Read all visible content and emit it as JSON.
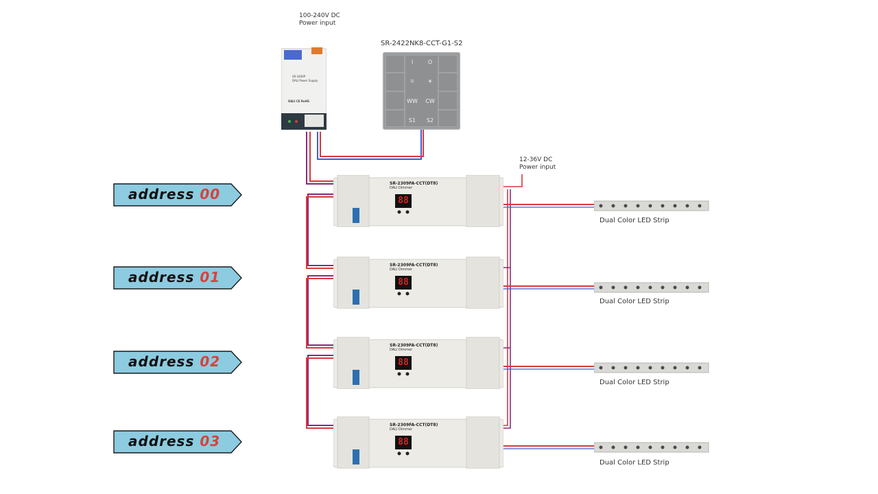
{
  "power_input_ac": {
    "line1": "100-240V DC",
    "line2": "Power input"
  },
  "power_input_dc": {
    "line1": "12-36V DC",
    "line2": "Power input"
  },
  "panel": {
    "model": "SR-2422NK8-CCT-G1-S2",
    "keys": [
      "I",
      "O",
      "☼",
      "☀",
      "WW",
      "CW",
      "S1",
      "S2"
    ]
  },
  "psu": {
    "model": "SR-2400P",
    "sub": "DALI Power Supply",
    "marks": "DALI CE RoHS"
  },
  "addresses": [
    {
      "prefix": "address",
      "number": "00"
    },
    {
      "prefix": "address",
      "number": "01"
    },
    {
      "prefix": "address",
      "number": "02"
    },
    {
      "prefix": "address",
      "number": "03"
    }
  ],
  "dimmers": [
    {
      "model": "SR-2309FA-CCT(DT8)",
      "sub": "DALI Dimmer",
      "display": "88"
    },
    {
      "model": "SR-2309FA-CCT(DT8)",
      "sub": "DALI Dimmer",
      "display": "88"
    },
    {
      "model": "SR-2309FA-CCT(DT8)",
      "sub": "DALI Dimmer",
      "display": "88"
    },
    {
      "model": "SR-2309FA-CCT(DT8)",
      "sub": "DALI Dimmer",
      "display": "88"
    }
  ],
  "strips": [
    {
      "label": "Dual Color LED Strip"
    },
    {
      "label": "Dual Color LED Strip"
    },
    {
      "label": "Dual Color LED Strip"
    },
    {
      "label": "Dual Color LED Strip"
    }
  ],
  "colors": {
    "wire_red": "#d83a3a",
    "wire_blue": "#3a5fd0",
    "wire_purple": "#8a2a7a",
    "label_fill": "#8ccbe0",
    "address_number": "#d7423c"
  }
}
